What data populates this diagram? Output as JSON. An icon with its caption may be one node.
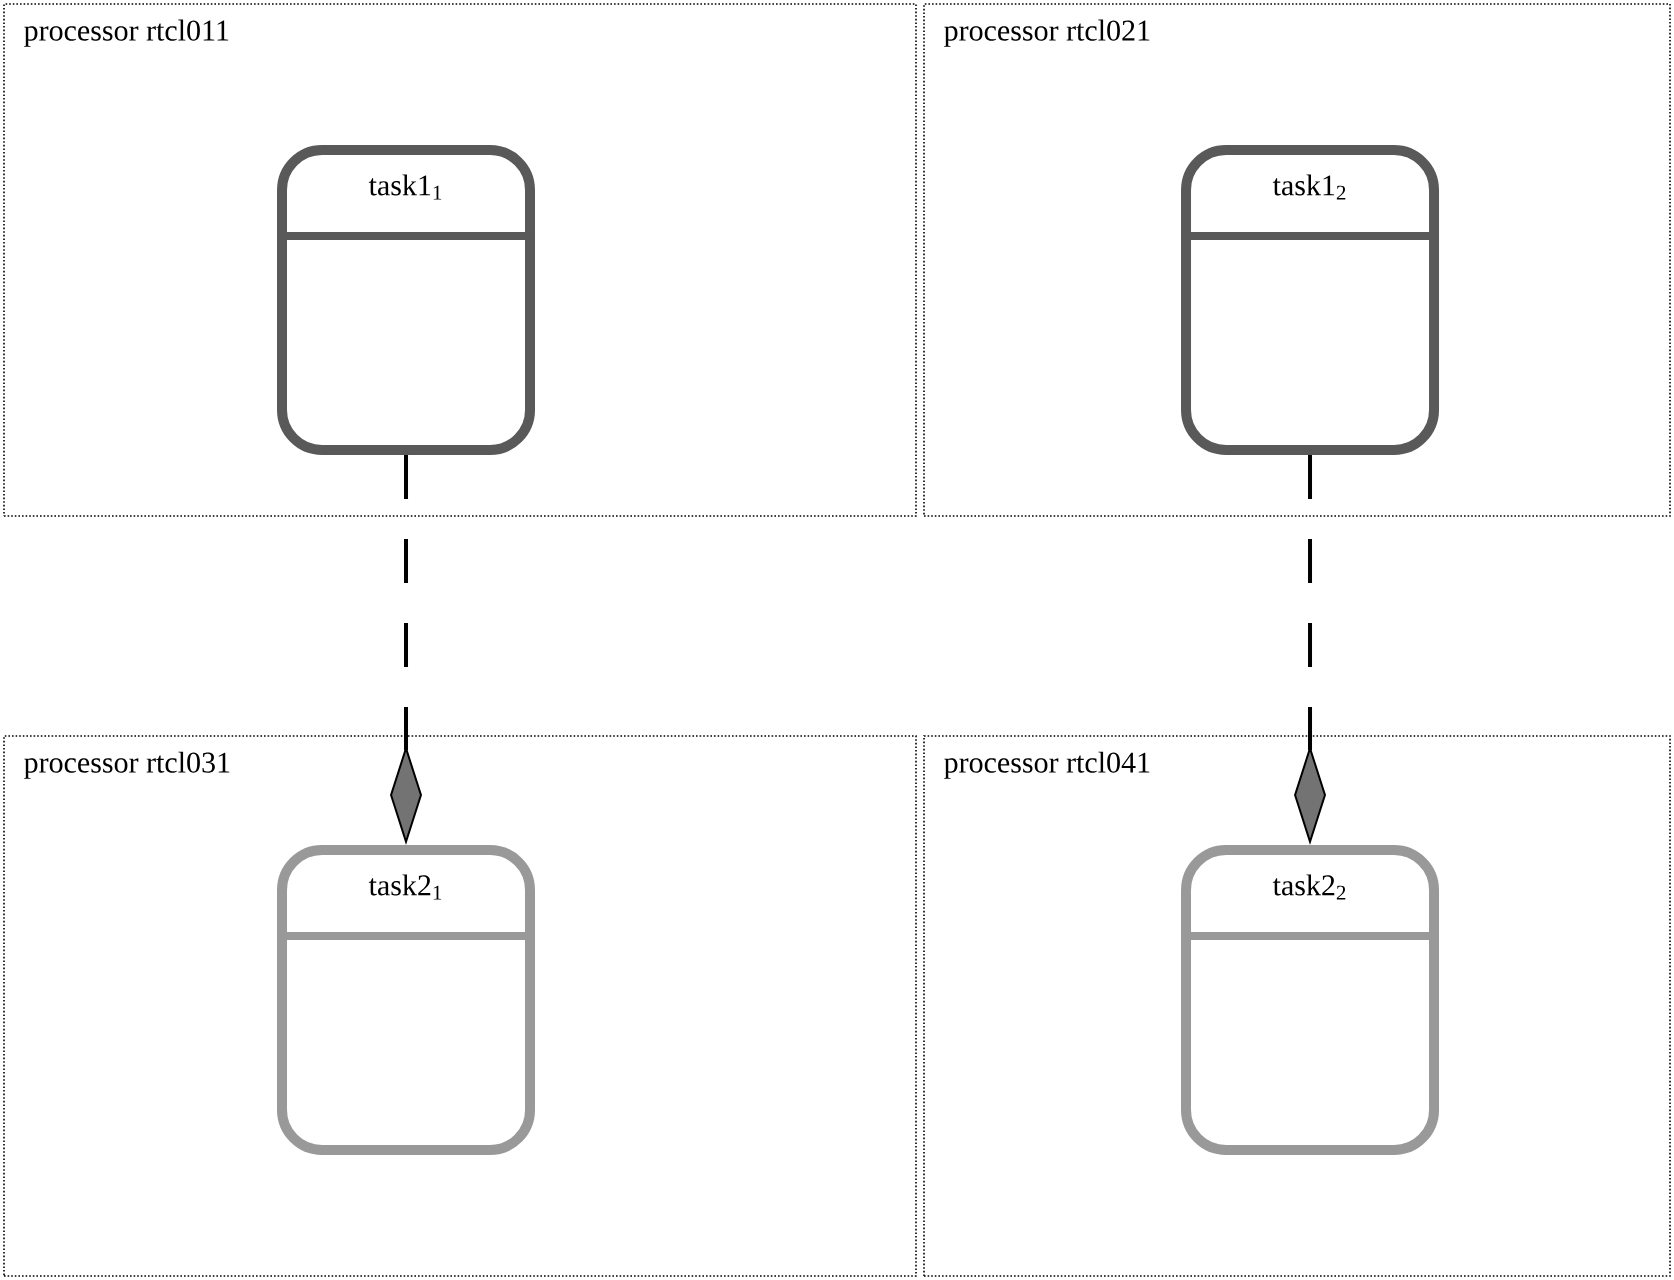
{
  "diagram": {
    "nodes": [
      {
        "text": [
          "processor rtcl011"
        ]
      },
      {
        "text": [
          "task1$_{1}$"
        ],
        "in": 0
      },
      {
        "text": [
          "processor rtcl021"
        ]
      },
      {
        "text": [
          "task1$_{2}$"
        ],
        "in": 2
      },
      {
        "text": [
          "processor rtcl031"
        ]
      },
      {
        "text": [
          "task2$_{1}$"
        ],
        "in": 4
      },
      {
        "text": [
          "processor rtcl041"
        ]
      },
      {
        "text": [
          "task2$_{2}$"
        ],
        "in": 6
      }
    ],
    "edges": [
      {
        "from": 1,
        "to": 5,
        "arrow": "other",
        "style": "dashed"
      },
      {
        "from": 3,
        "to": 7,
        "arrow": "other",
        "style": "dashed"
      }
    ]
  }
}
